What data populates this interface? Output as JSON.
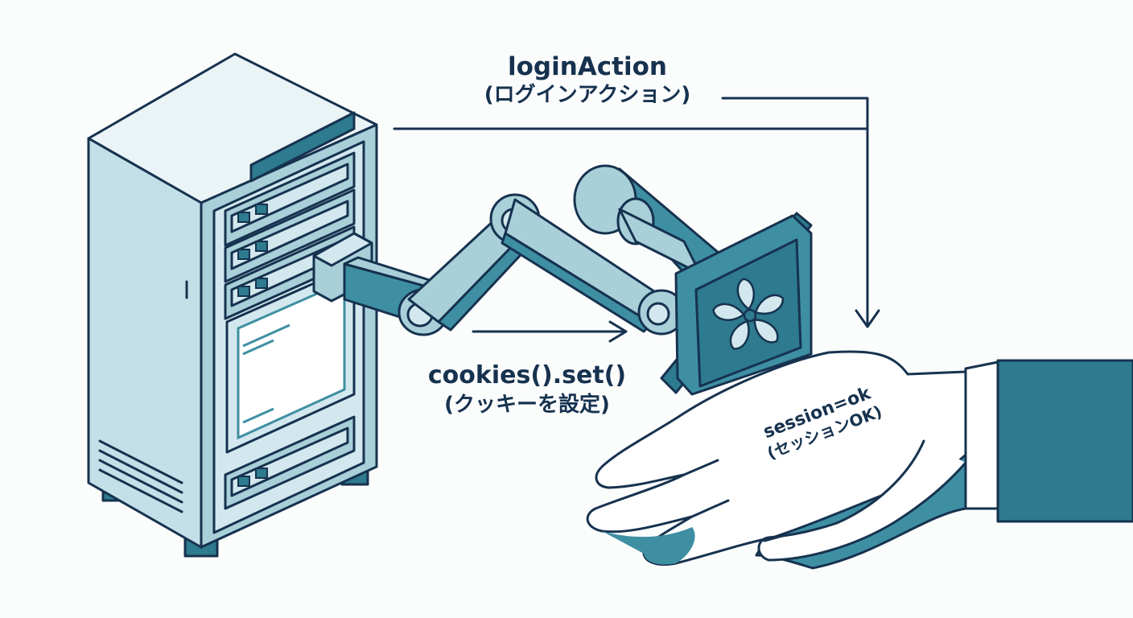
{
  "labels": {
    "login_action": "loginAction",
    "login_action_jp": "(ログインアクション)",
    "cookies_set": "cookies().set()",
    "cookies_set_jp": "(クッキーを設定)",
    "session": "session=ok",
    "session_jp": "(セッションOK)"
  },
  "colors": {
    "outline": "#16324f",
    "light_teal": "#a9cfd9",
    "pale_teal": "#d3e8ee",
    "mid_teal": "#3f8fa3",
    "dark_teal": "#2e7a8e",
    "background": "#fbfcfc"
  }
}
